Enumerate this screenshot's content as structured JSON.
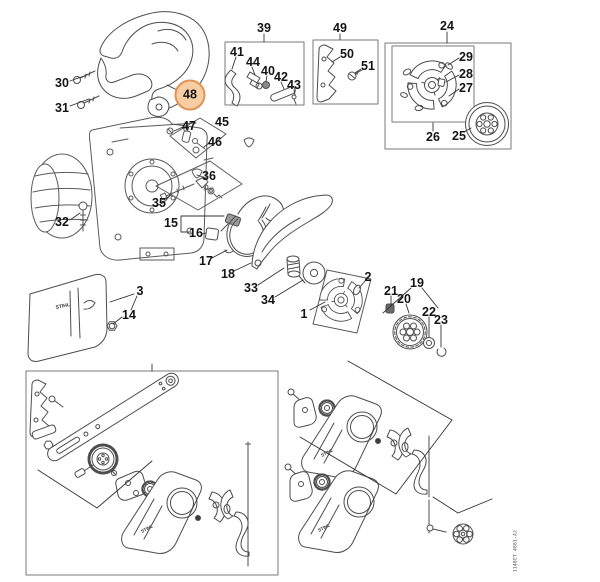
{
  "diagram": {
    "selected_callout": "48",
    "brand_logo": "STIHL",
    "drawing_code": "1148ET 4881-A2",
    "colors": {
      "selected_fill": "#f8cda4",
      "selected_stroke": "#df9457",
      "line_art": "#4d4d4d",
      "background": "#ffffff"
    },
    "callouts": {
      "n1": "1",
      "n2": "2",
      "n3": "3",
      "n14": "14",
      "n15": "15",
      "n16": "16",
      "n17": "17",
      "n18": "18",
      "n19": "19",
      "n20": "20",
      "n21": "21",
      "n22": "22",
      "n23": "23",
      "n24": "24",
      "n25": "25",
      "n26": "26",
      "n27": "27",
      "n28": "28",
      "n29": "29",
      "n30": "30",
      "n31": "31",
      "n32": "32",
      "n33": "33",
      "n34": "34",
      "n35": "35",
      "n36": "36",
      "n39": "39",
      "n40": "40",
      "n41": "41",
      "n42": "42",
      "n43": "43",
      "n44": "44",
      "n45": "45",
      "n46": "46",
      "n47": "47",
      "n48": "48",
      "n49": "49",
      "n50": "50",
      "n51": "51"
    }
  }
}
